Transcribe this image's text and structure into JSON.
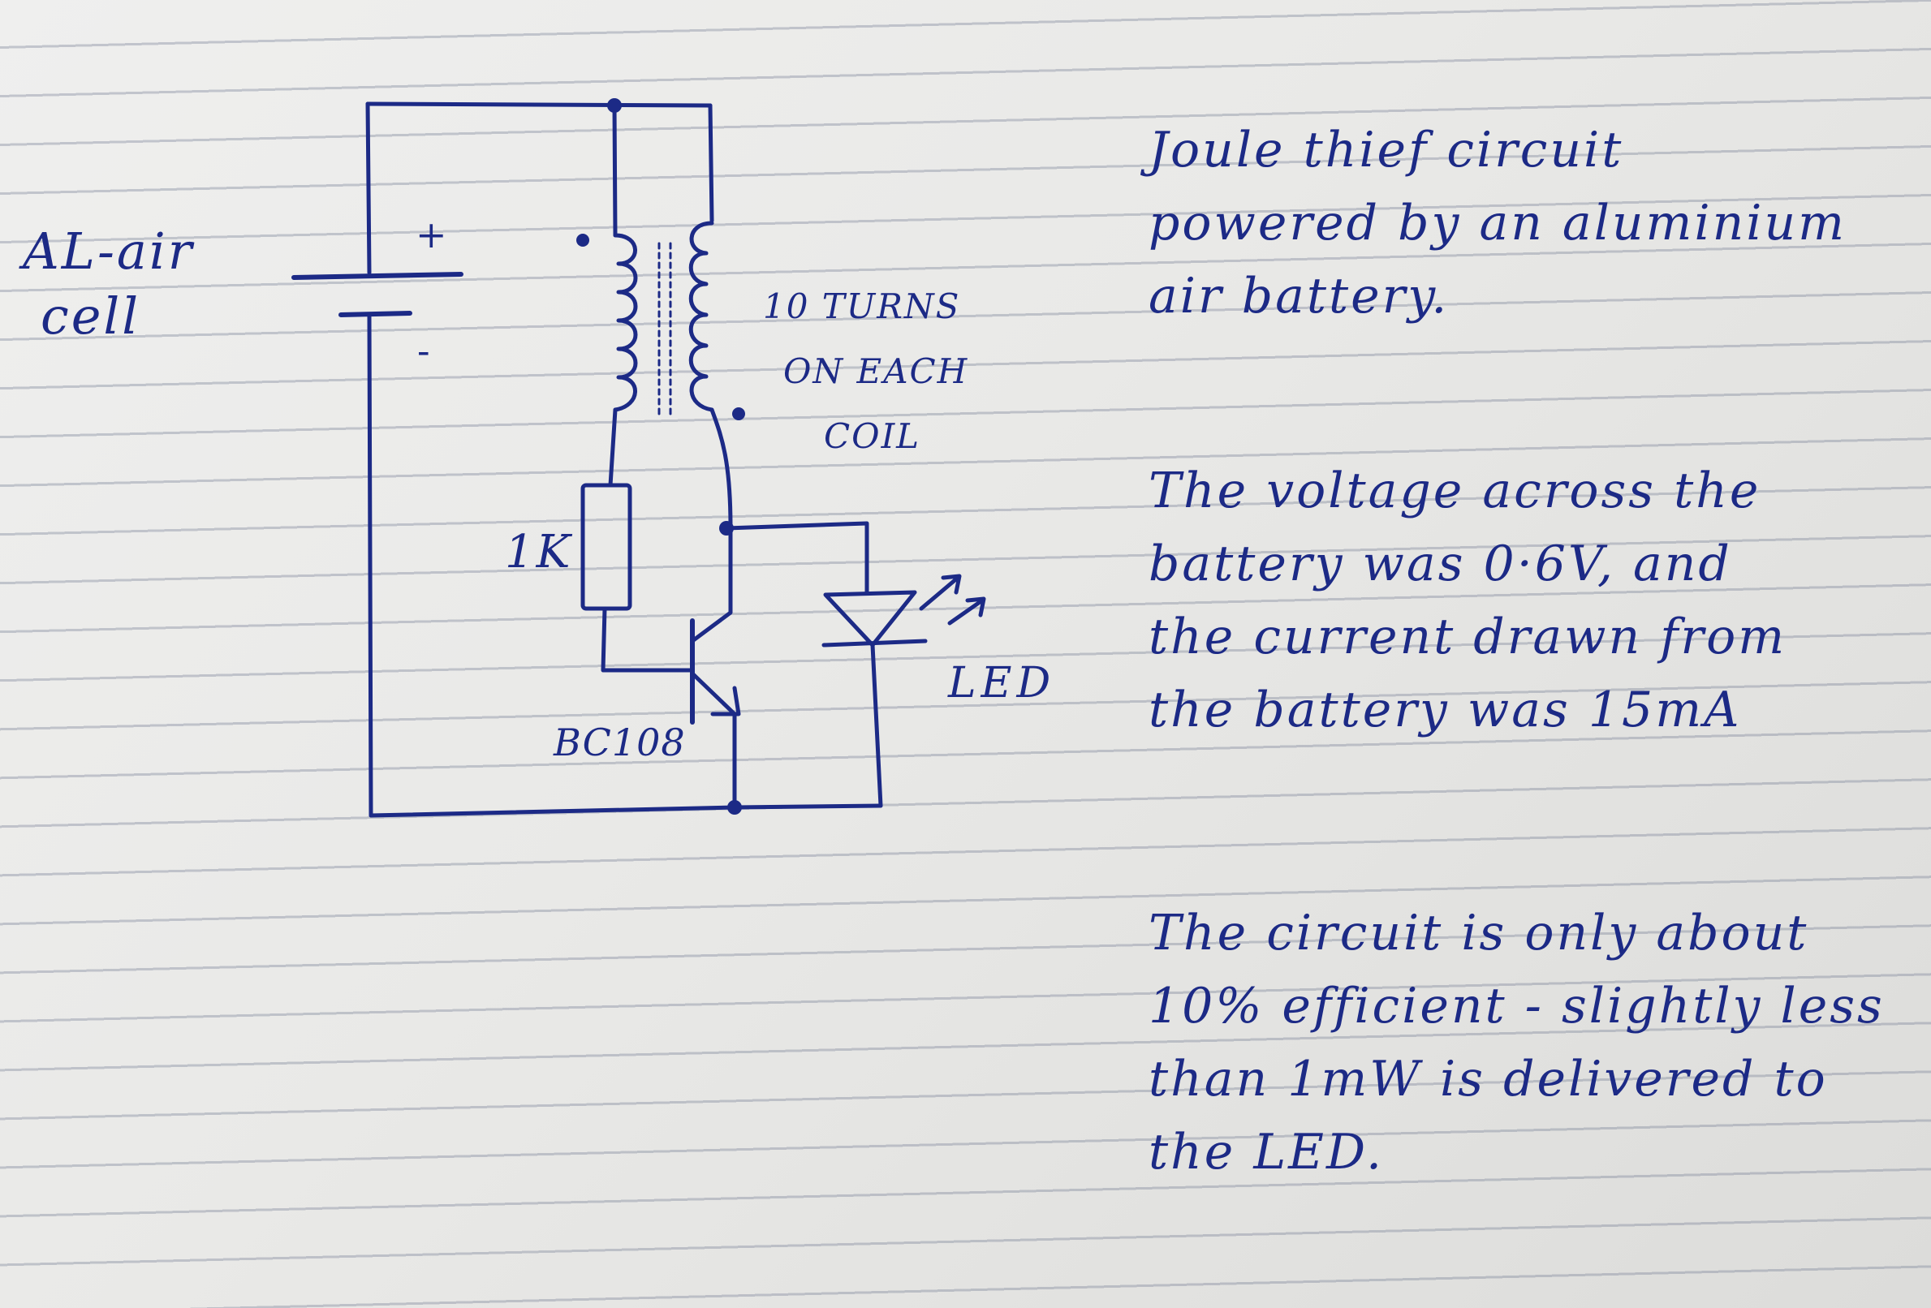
{
  "circuit": {
    "cell_label_line1": "AL-air",
    "cell_label_line2": "cell",
    "plus_sign": "+",
    "minus_sign": "-",
    "coil_label_line1": "10 TURNS",
    "coil_label_line2": "ON EACH",
    "coil_label_line3": "COIL",
    "resistor_label": "1K",
    "transistor_label": "BC108",
    "led_label": "LED"
  },
  "notes": {
    "block1": [
      "Joule thief circuit",
      "powered by an aluminium",
      "air battery."
    ],
    "block2": [
      "The voltage across the",
      "battery was 0·6V, and",
      "the current drawn from",
      "the battery was 15mA"
    ],
    "block3": [
      "The circuit is only about",
      "10% efficient - slightly less",
      "than 1mW is delivered to",
      "the LED."
    ]
  },
  "colors": {
    "ink": "#1c2a86",
    "paper": "#ececea",
    "rule_lines": "#7880a0"
  }
}
